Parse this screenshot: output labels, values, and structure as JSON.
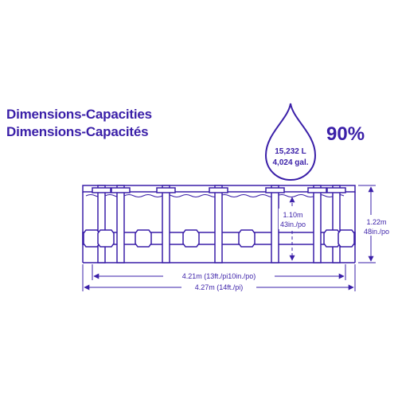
{
  "titles": {
    "line1": "Dimensions-Capacities",
    "line2": "Dimensions-Capacités"
  },
  "capacity": {
    "liters": "15,232 L",
    "gallons": "4,024 gal.",
    "fill_percent": "90%"
  },
  "dimensions": {
    "water_depth_m": "1.10m",
    "water_depth_in": "43in./po",
    "pool_height_m": "1.22m",
    "pool_height_in": "48in./po",
    "inner_diameter": "4.21m (13ft./pi10in./po)",
    "outer_diameter": "4.27m (14ft./pi)"
  },
  "colors": {
    "ink": "#3a1fa8"
  }
}
